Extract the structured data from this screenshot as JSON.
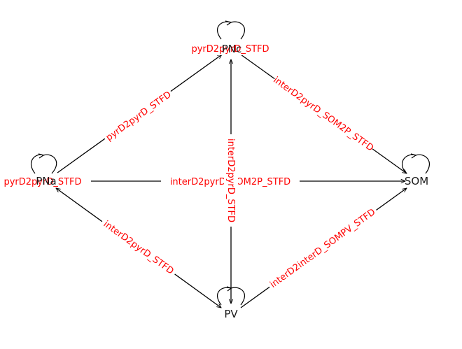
{
  "colors": {
    "edge": "#000000",
    "edge_label": "#ff0000",
    "node_text": "#1a1a1a",
    "background": "#ffffff"
  },
  "nodes": {
    "pnc": {
      "label": "PNc"
    },
    "pna": {
      "label": "PNa"
    },
    "som": {
      "label": "SOM"
    },
    "pv": {
      "label": "PV"
    }
  },
  "edges": {
    "pnc_self": {
      "label": "pyrD2pyrD_STFD"
    },
    "pna_self": {
      "label": "pyrD2pyrD_STFD"
    },
    "pna_pnc": {
      "label": "pyrD2pyrD_STFD"
    },
    "pnc_som": {
      "label": "interD2pyrD_SOM2P_STFD"
    },
    "pna_som": {
      "label": "interD2pyrD_SOM2P_STFD"
    },
    "pnc_pv": {
      "label": "interD2pyrD_STFD"
    },
    "pna_pv": {
      "label": "interD2pyrD_STFD"
    },
    "pv_som": {
      "label": "interD2interD_SOMPV_STFD"
    }
  }
}
